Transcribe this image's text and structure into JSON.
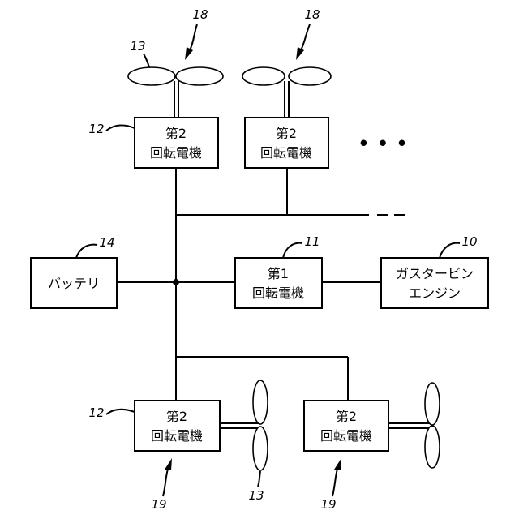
{
  "components": {
    "motor_top_left": {
      "line1": "第2",
      "line2": "回転電機"
    },
    "motor_top_right": {
      "line1": "第2",
      "line2": "回転電機"
    },
    "motor_bottom_left": {
      "line1": "第2",
      "line2": "回転電機"
    },
    "motor_bottom_right": {
      "line1": "第2",
      "line2": "回転電機"
    },
    "generator": {
      "line1": "第1",
      "line2": "回転電機"
    },
    "battery": {
      "label": "バッテリ"
    },
    "turbine": {
      "line1": "ガスタービン",
      "line2": "エンジン"
    }
  },
  "refs": {
    "propulsor_top_left": "18",
    "propulsor_top_right": "18",
    "propeller_top": "13",
    "motor_top": "12",
    "battery": "14",
    "generator": "11",
    "turbine": "10",
    "motor_bottom": "12",
    "propulsor_bottom_left": "19",
    "propeller_bottom": "13",
    "propulsor_bottom_right": "19"
  },
  "ellipsis": "• • •"
}
